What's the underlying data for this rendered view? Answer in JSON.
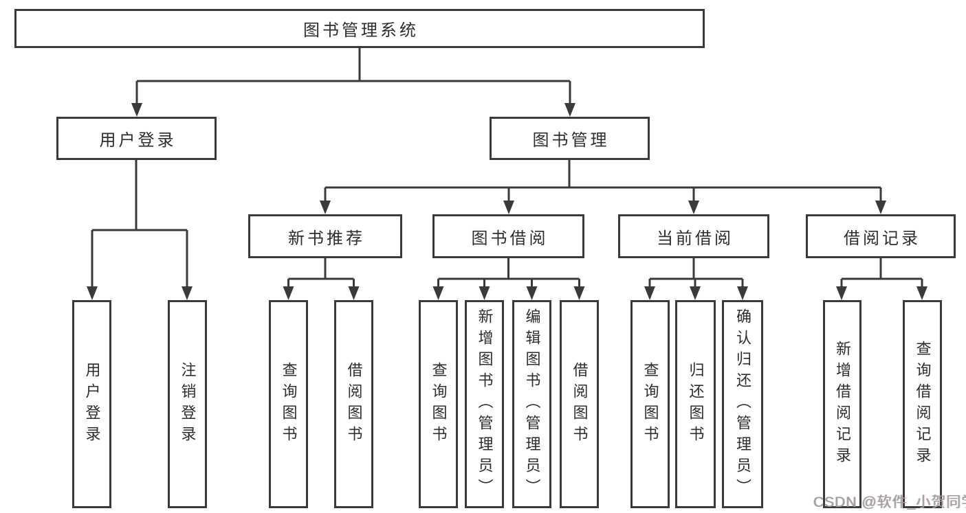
{
  "diagram": {
    "root": {
      "label": "图书管理系统"
    },
    "level2": {
      "user_login": {
        "label": "用户登录"
      },
      "book_management": {
        "label": "图书管理"
      }
    },
    "level3": {
      "new_book_recommend": {
        "label": "新书推荐"
      },
      "book_borrow": {
        "label": "图书借阅"
      },
      "current_borrow": {
        "label": "当前借阅"
      },
      "borrow_records": {
        "label": "借阅记录"
      }
    },
    "leaves": {
      "user_login": [
        "用户登录",
        "注销登录"
      ],
      "new_book_recommend": [
        "查询图书",
        "借阅图书"
      ],
      "book_borrow": [
        "查询图书",
        "新增图书（管理员）",
        "编辑图书（管理员）",
        "借阅图书"
      ],
      "current_borrow": [
        "查询图书",
        "归还图书",
        "确认归还（管理员）"
      ],
      "borrow_records": [
        "新增借阅记录",
        "查询借阅记录"
      ]
    }
  },
  "watermark": "CSDN @软件_小贺同学",
  "colors": {
    "line": "#3a3a3a",
    "text": "#2d2d2d",
    "background": "#ffffff",
    "watermark": "#9c9c9c"
  }
}
